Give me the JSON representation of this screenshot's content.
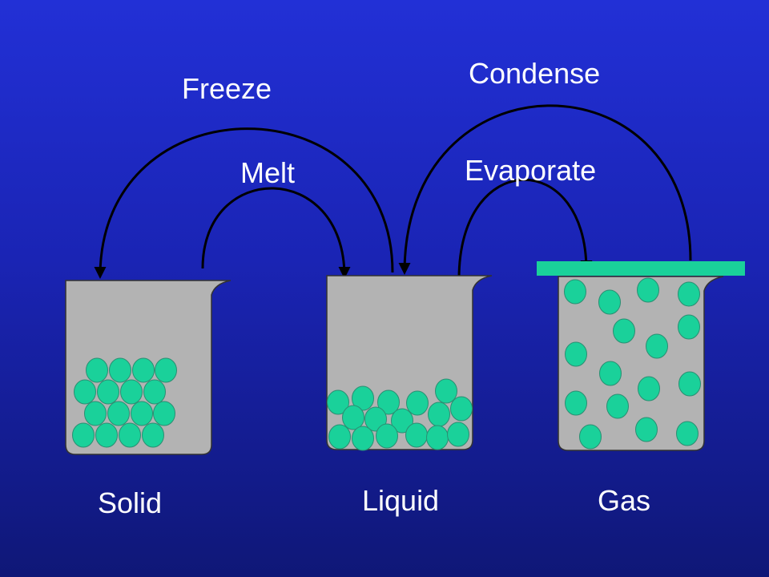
{
  "colors": {
    "background_top": "#2230d6",
    "background_bottom": "#0f1777",
    "beaker": "#b3b3b3",
    "particle": "#1ad19a",
    "lid": "#1ad19a",
    "arrow": "#000000",
    "text": "#ffffff"
  },
  "transitions": {
    "freeze": "Freeze",
    "melt": "Melt",
    "condense": "Condense",
    "evaporate": "Evaporate"
  },
  "states": {
    "solid": "Solid",
    "liquid": "Liquid",
    "gas": "Gas"
  }
}
